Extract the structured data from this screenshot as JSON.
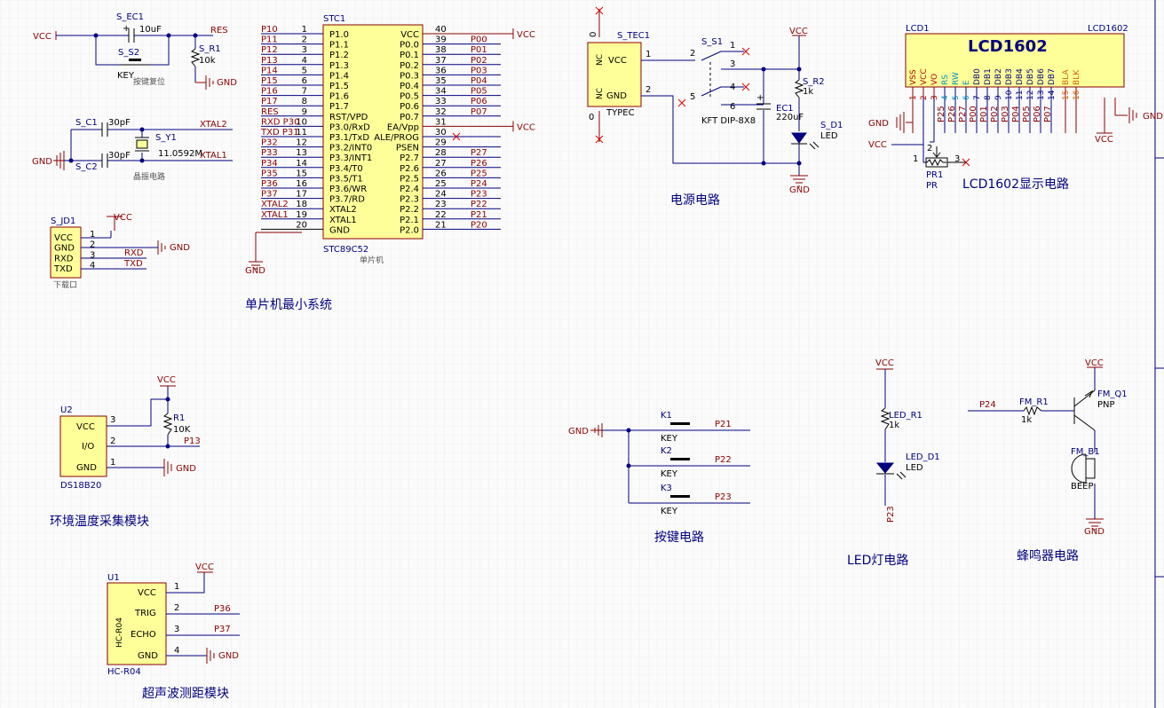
{
  "titles": {
    "mcu": "单片机最小系统",
    "power": "电源电路",
    "lcd": "LCD1602显示电路",
    "temp": "环境温度采集模块",
    "keys": "按键电路",
    "led": "LED灯电路",
    "buzzer": "蜂鸣器电路",
    "ultra": "超声波测距模块"
  },
  "small_labels": {
    "reset": "按键复位",
    "osc": "晶振电路",
    "mcu": "单片机",
    "download": "下载口"
  },
  "nets": {
    "vcc": "VCC",
    "gnd": "GND",
    "res": "RES",
    "xtal1": "XTAL1",
    "xtal2": "XTAL2",
    "rxd": "RXD",
    "txd": "TXD",
    "p00": "P00",
    "p01": "P01",
    "p02": "P02",
    "p03": "P03",
    "p04": "P04",
    "p05": "P05",
    "p06": "P06",
    "p07": "P07",
    "p10": "P10",
    "p11": "P11",
    "p12": "P12",
    "p13": "P13",
    "p14": "P14",
    "p15": "P15",
    "p16": "P16",
    "p17": "P17",
    "p20": "P20",
    "p21": "P21",
    "p22": "P22",
    "p23": "P23",
    "p24": "P24",
    "p25": "P25",
    "p26": "P26",
    "p27": "P27",
    "p30": "P30",
    "p31": "P31",
    "p32": "P32",
    "p33": "P33",
    "p34": "P34",
    "p35": "P35",
    "p36": "P36",
    "p37": "P37"
  },
  "reset_circuit": {
    "cap": "S_EC1",
    "cap_val": "10uF",
    "key": "S_S2",
    "key_val": "KEY",
    "res": "S_R1",
    "res_val": "10k"
  },
  "osc_circuit": {
    "c1": "S_C1",
    "c2": "S_C2",
    "c_val": "30pF",
    "xtal": "S_Y1",
    "xtal_val": "11.0592M"
  },
  "download": {
    "ref": "S_JD1",
    "pins": [
      "VCC",
      "GND",
      "RXD",
      "TXD"
    ],
    "nums": [
      "1",
      "2",
      "3",
      "4"
    ]
  },
  "mcu": {
    "ref": "STC1",
    "part": "STC89C52",
    "left_pins": [
      {
        "n": "1",
        "name": "P1.0"
      },
      {
        "n": "2",
        "name": "P1.1"
      },
      {
        "n": "3",
        "name": "P1.2"
      },
      {
        "n": "4",
        "name": "P1.3"
      },
      {
        "n": "5",
        "name": "P1.4"
      },
      {
        "n": "6",
        "name": "P1.5"
      },
      {
        "n": "7",
        "name": "P1.6"
      },
      {
        "n": "8",
        "name": "P1.7"
      },
      {
        "n": "9",
        "name": "RST/VPD"
      },
      {
        "n": "10",
        "name": "P3.0/RxD"
      },
      {
        "n": "11",
        "name": "P3.1/TxD"
      },
      {
        "n": "12",
        "name": "P3.2/INT0"
      },
      {
        "n": "13",
        "name": "P3.3/INT1"
      },
      {
        "n": "14",
        "name": "P3.4/T0"
      },
      {
        "n": "15",
        "name": "P3.5/T1"
      },
      {
        "n": "16",
        "name": "P3.6/WR"
      },
      {
        "n": "17",
        "name": "P3.7/RD"
      },
      {
        "n": "18",
        "name": "XTAL2"
      },
      {
        "n": "19",
        "name": "XTAL1"
      },
      {
        "n": "20",
        "name": "GND"
      }
    ],
    "right_pins": [
      {
        "n": "40",
        "name": "VCC"
      },
      {
        "n": "39",
        "name": "P0.0"
      },
      {
        "n": "38",
        "name": "P0.1"
      },
      {
        "n": "37",
        "name": "P0.2"
      },
      {
        "n": "36",
        "name": "P0.3"
      },
      {
        "n": "35",
        "name": "P0.4"
      },
      {
        "n": "34",
        "name": "P0.5"
      },
      {
        "n": "33",
        "name": "P0.6"
      },
      {
        "n": "32",
        "name": "P0.7"
      },
      {
        "n": "31",
        "name": "EA/Vpp"
      },
      {
        "n": "30",
        "name": "ALE/PROG"
      },
      {
        "n": "29",
        "name": "PSEN"
      },
      {
        "n": "28",
        "name": "P2.7"
      },
      {
        "n": "27",
        "name": "P2.6"
      },
      {
        "n": "26",
        "name": "P2.5"
      },
      {
        "n": "25",
        "name": "P2.4"
      },
      {
        "n": "24",
        "name": "P2.3"
      },
      {
        "n": "23",
        "name": "P2.2"
      },
      {
        "n": "22",
        "name": "P2.1"
      },
      {
        "n": "21",
        "name": "P2.0"
      }
    ],
    "left_nets": [
      "P10",
      "P11",
      "P12",
      "P13",
      "P14",
      "P15",
      "P16",
      "P17",
      "RES",
      "RXD P30",
      "TXD P31",
      "P32",
      "P33",
      "P34",
      "P35",
      "P36",
      "P37",
      "XTAL2",
      "XTAL1",
      ""
    ],
    "right_nets": [
      "VCC",
      "P00",
      "P01",
      "P02",
      "P03",
      "P04",
      "P05",
      "P06",
      "P07",
      "VCC",
      "",
      "",
      "P27",
      "P26",
      "P25",
      "P24",
      "P23",
      "P22",
      "P21",
      "P20"
    ]
  },
  "power": {
    "usb": "S_TEC1",
    "usb_type": "TYPEC",
    "nc": "NC",
    "switch": "S_S1",
    "switch_val": "KFT DIP-8X8",
    "cap": "EC1",
    "cap_val": "220uF",
    "res": "S_R2",
    "res_val": "1k",
    "led": "S_D1",
    "led_val": "LED"
  },
  "lcd": {
    "ref": "LCD1",
    "part": "LCD1602",
    "big": "LCD1602",
    "pins": [
      {
        "n": "1",
        "name": "VSS",
        "c": "#b00000"
      },
      {
        "n": "2",
        "name": "VCC",
        "c": "#b00000"
      },
      {
        "n": "3",
        "name": "VO",
        "c": "#b00000"
      },
      {
        "n": "4",
        "name": "RS",
        "c": "#0090c0"
      },
      {
        "n": "5",
        "name": "RW",
        "c": "#0090c0"
      },
      {
        "n": "6",
        "name": "E",
        "c": "#0090c0"
      },
      {
        "n": "7",
        "name": "DB0",
        "c": "#000080"
      },
      {
        "n": "8",
        "name": "DB1",
        "c": "#000080"
      },
      {
        "n": "9",
        "name": "DB2",
        "c": "#000080"
      },
      {
        "n": "10",
        "name": "DB3",
        "c": "#000080"
      },
      {
        "n": "11",
        "name": "DB4",
        "c": "#000080"
      },
      {
        "n": "12",
        "name": "DB5",
        "c": "#000080"
      },
      {
        "n": "13",
        "name": "DB6",
        "c": "#000080"
      },
      {
        "n": "14",
        "name": "DB7",
        "c": "#000080"
      },
      {
        "n": "15",
        "name": "BLA",
        "c": "#d06000"
      },
      {
        "n": "16",
        "name": "BLK",
        "c": "#d06000"
      }
    ],
    "nets": [
      "",
      "",
      "",
      "P25",
      "P26",
      "P27",
      "P00",
      "P01",
      "P02",
      "P03",
      "P04",
      "P05",
      "P06",
      "P07",
      "",
      ""
    ],
    "pot": "PR1",
    "pot_val": "PR"
  },
  "temp": {
    "ref": "U2",
    "part": "DS18B20",
    "pins": [
      "VCC",
      "I/O",
      "GND"
    ],
    "nums": [
      "3",
      "2",
      "1"
    ],
    "res": "R1",
    "res_val": "10K"
  },
  "keys": {
    "items": [
      {
        "ref": "K1",
        "val": "KEY",
        "net": "P21"
      },
      {
        "ref": "K2",
        "val": "KEY",
        "net": "P22"
      },
      {
        "ref": "K3",
        "val": "KEY",
        "net": "P23"
      }
    ]
  },
  "led": {
    "res": "LED_R1",
    "res_val": "1k",
    "led": "LED_D1",
    "led_val": "LED"
  },
  "buzzer": {
    "res": "FM_R1",
    "res_val": "1k",
    "q": "FM_Q1",
    "q_val": "PNP",
    "b": "FM_B1",
    "b_val": "BEEP"
  },
  "ultra": {
    "ref": "U1",
    "part": "HC-R04",
    "pins": [
      "VCC",
      "TRIG",
      "ECHO",
      "GND"
    ],
    "nums": [
      "1",
      "2",
      "3",
      "4"
    ]
  }
}
